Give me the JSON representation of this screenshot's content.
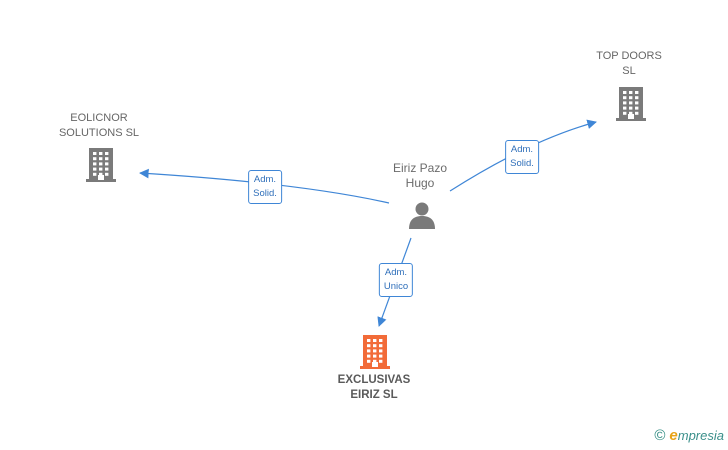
{
  "diagram": {
    "nodes": [
      {
        "id": "person",
        "type": "person",
        "lines": [
          "Eiriz Pazo",
          "Hugo"
        ],
        "color": "#7a7a7a"
      },
      {
        "id": "eolicnor",
        "type": "company",
        "lines": [
          "EOLICNOR",
          "SOLUTIONS SL"
        ],
        "color": "#7a7a7a"
      },
      {
        "id": "topdoors",
        "type": "company",
        "lines": [
          "TOP DOORS",
          "SL"
        ],
        "color": "#7a7a7a"
      },
      {
        "id": "exclusivas",
        "type": "company",
        "focus": true,
        "lines": [
          "EXCLUSIVAS",
          "EIRIZ  SL"
        ],
        "color": "#f26b38"
      }
    ],
    "edges": [
      {
        "from": "person",
        "to": "eolicnor",
        "lines": [
          "Adm.",
          "Solid."
        ]
      },
      {
        "from": "person",
        "to": "topdoors",
        "lines": [
          "Adm.",
          "Solid."
        ]
      },
      {
        "from": "person",
        "to": "exclusivas",
        "lines": [
          "Adm.",
          "Unico"
        ]
      }
    ],
    "edge_color": "#3f86d6"
  },
  "watermark": {
    "copyright": "©",
    "brand_initial": "e",
    "brand_rest": "mpresia"
  }
}
